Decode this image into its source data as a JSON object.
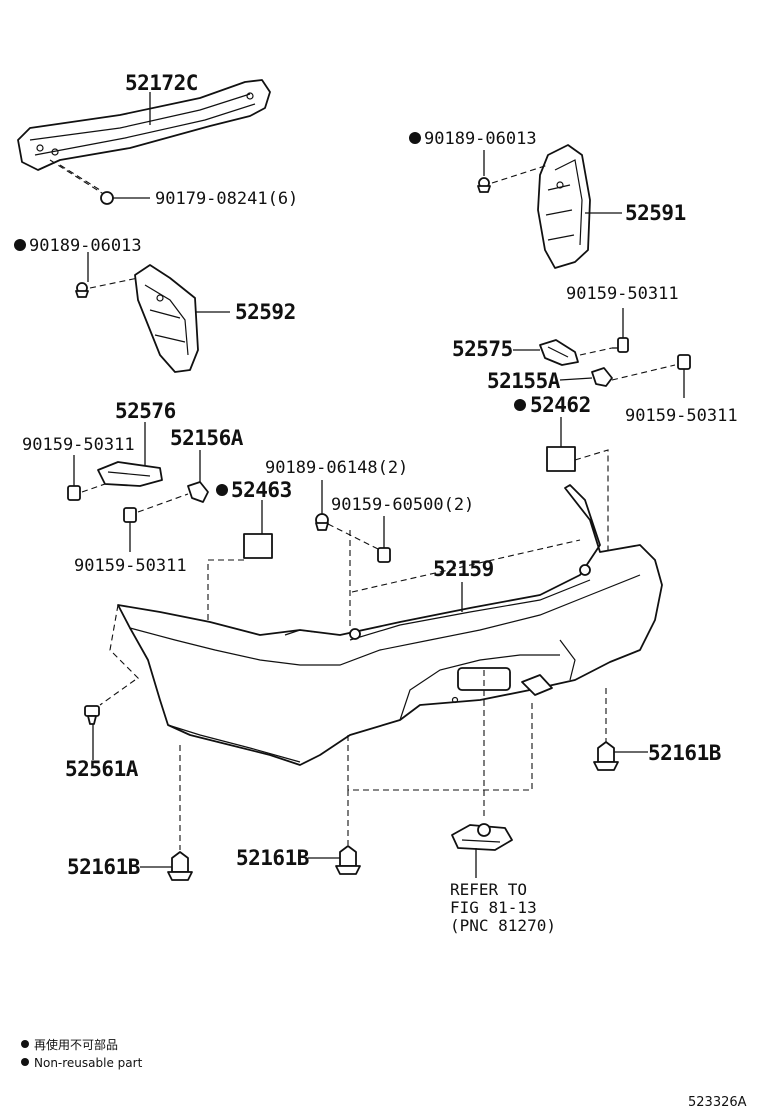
{
  "labels": {
    "p52172c": "52172C",
    "p90179": "90179-08241(6)",
    "p90189_right": "90189-06013",
    "p52591": "52591",
    "p90189_left": "90189-06013",
    "p52592": "52592",
    "p90159_top_right": "90159-50311",
    "p52575": "52575",
    "p52155a": "52155A",
    "p52462": "52462",
    "p90159_right_lower": "90159-50311",
    "p52576": "52576",
    "p90159_left_upper": "90159-50311",
    "p52156a": "52156A",
    "p52463": "52463",
    "p90189_06148": "90189-06148(2)",
    "p90159_60500": "90159-60500(2)",
    "p52159": "52159",
    "p90159_left_lower": "90159-50311",
    "p52561a": "52561A",
    "p52161b_right": "52161B",
    "p52161b_left": "52161B",
    "p52161b_mid": "52161B"
  },
  "reference": {
    "line1": "REFER TO",
    "line2": "FIG 81-13",
    "line3": "(PNC 81270)"
  },
  "legend": {
    "japanese": "再使用不可部品",
    "english": "Non-reusable part"
  },
  "diagram_code": "523326A"
}
